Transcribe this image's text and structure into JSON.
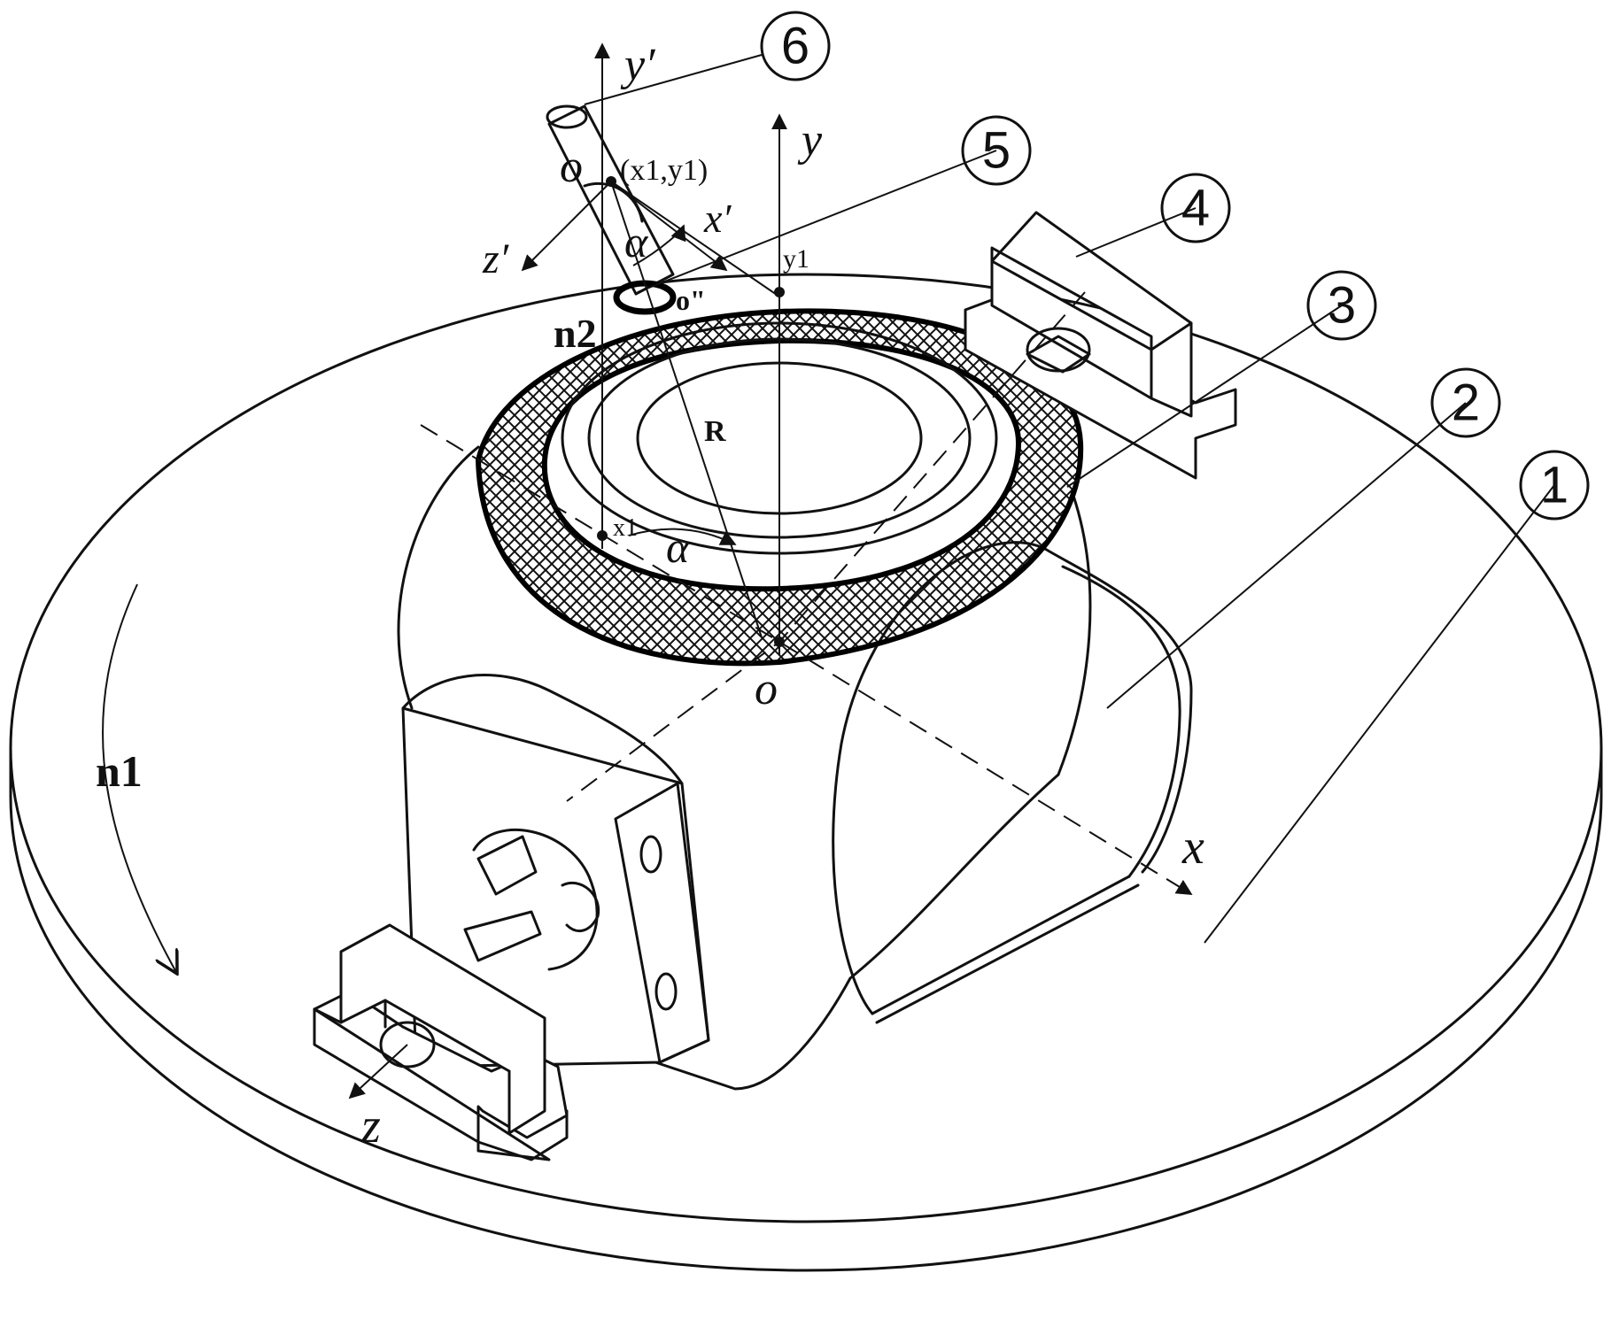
{
  "labels": {
    "y_prime": "y′",
    "y": "y",
    "x_prime": "x′",
    "x": "x",
    "z_prime": "z′",
    "z": "z",
    "o_prime": "o",
    "point_x1y1": "(x1,y1)",
    "alpha_top": "α",
    "alpha_bottom": "α",
    "y1": "y1",
    "o_double_prime": "o\"",
    "n2": "n2",
    "R": "R",
    "x1": "x1",
    "o": "o",
    "n1": "n1"
  },
  "callouts": [
    "1",
    "2",
    "3",
    "4",
    "5",
    "6"
  ],
  "colors": {
    "line": "#111111",
    "background": "#ffffff"
  },
  "icons": [
    "rotation-arrow-icon",
    "hatched-ring"
  ]
}
